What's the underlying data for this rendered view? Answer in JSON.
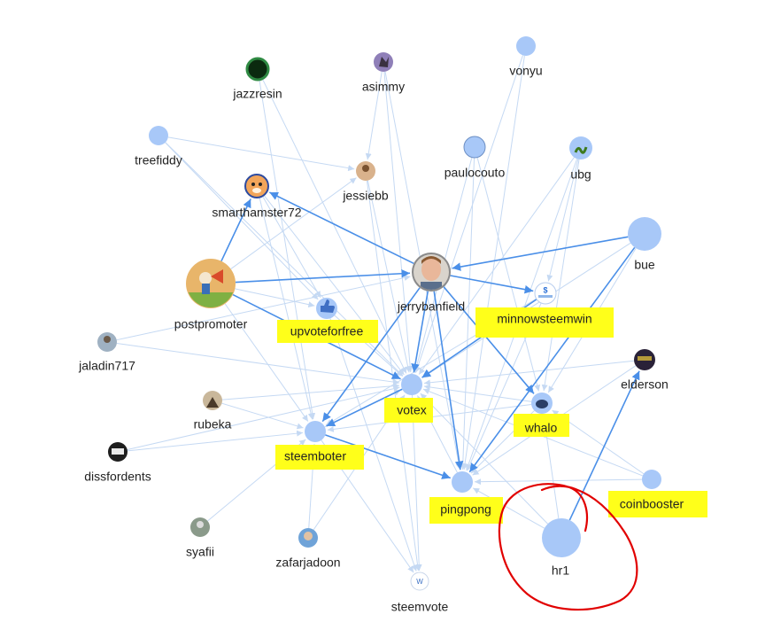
{
  "colors": {
    "edge_light": "#c5d9f3",
    "edge_strong": "#4a8fe8",
    "node_fill": "#a8c8f8",
    "highlight": "#ffff1a",
    "annotation": "#e10000"
  },
  "nodes": [
    {
      "id": "jazzresin",
      "label": "jazzresin",
      "avatar": "dark-green-circle-avatar"
    },
    {
      "id": "asimmy",
      "label": "asimmy",
      "avatar": "cat-avatar"
    },
    {
      "id": "vonyu",
      "label": "vonyu"
    },
    {
      "id": "treefiddy",
      "label": "treefiddy"
    },
    {
      "id": "paulocouto",
      "label": "paulocouto"
    },
    {
      "id": "ubg",
      "label": "ubg",
      "avatar": "worm-avatar"
    },
    {
      "id": "jessiebb",
      "label": "jessiebb",
      "avatar": "person-avatar"
    },
    {
      "id": "smarthamster72",
      "label": "smarthamster72",
      "avatar": "hamster-avatar"
    },
    {
      "id": "bue",
      "label": "bue"
    },
    {
      "id": "postpromoter",
      "label": "postpromoter",
      "avatar": "megaphone-avatar"
    },
    {
      "id": "jerrybanfield",
      "label": "jerrybanfield",
      "avatar": "man-portrait-avatar"
    },
    {
      "id": "minnowsteemwin",
      "label": "minnowsteemwin",
      "avatar": "steem-logo-avatar",
      "highlighted": true
    },
    {
      "id": "upvoteforfree",
      "label": "upvoteforfree",
      "avatar": "thumbs-up-avatar",
      "highlighted": true
    },
    {
      "id": "jaladin717",
      "label": "jaladin717",
      "avatar": "person-avatar"
    },
    {
      "id": "elderson",
      "label": "elderson",
      "avatar": "dark-avatar"
    },
    {
      "id": "votex",
      "label": "votex",
      "highlighted": true
    },
    {
      "id": "rubeka",
      "label": "rubeka",
      "avatar": "person-avatar"
    },
    {
      "id": "whalo",
      "label": "whalo",
      "avatar": "whale-avatar",
      "highlighted": true
    },
    {
      "id": "steemboter",
      "label": "steemboter",
      "highlighted": true
    },
    {
      "id": "dissfordents",
      "label": "dissfordents",
      "avatar": "dark-avatar"
    },
    {
      "id": "coinbooster",
      "label": "coinbooster",
      "highlighted": true
    },
    {
      "id": "pingpong",
      "label": "pingpong",
      "highlighted": true
    },
    {
      "id": "syafii",
      "label": "syafii",
      "avatar": "person-avatar"
    },
    {
      "id": "zafarjadoon",
      "label": "zafarjadoon",
      "avatar": "person-avatar"
    },
    {
      "id": "hr1",
      "label": "hr1"
    },
    {
      "id": "steemvote",
      "label": "steemvote",
      "avatar": "w-logo-avatar"
    }
  ],
  "edges": [
    {
      "from": "postpromoter",
      "to": "jerrybanfield",
      "strong": true
    },
    {
      "from": "postpromoter",
      "to": "smarthamster72",
      "strong": true
    },
    {
      "from": "postpromoter",
      "to": "votex",
      "strong": true
    },
    {
      "from": "postpromoter",
      "to": "jessiebb"
    },
    {
      "from": "postpromoter",
      "to": "steemboter"
    },
    {
      "from": "postpromoter",
      "to": "upvoteforfree"
    },
    {
      "from": "jerrybanfield",
      "to": "smarthamster72",
      "strong": true
    },
    {
      "from": "jerrybanfield",
      "to": "votex",
      "strong": true
    },
    {
      "from": "jerrybanfield",
      "to": "minnowsteemwin",
      "strong": true
    },
    {
      "from": "jerrybanfield",
      "to": "whalo",
      "strong": true
    },
    {
      "from": "jerrybanfield",
      "to": "pingpong",
      "strong": true
    },
    {
      "from": "jerrybanfield",
      "to": "steemboter",
      "strong": true
    },
    {
      "from": "bue",
      "to": "jerrybanfield",
      "strong": true
    },
    {
      "from": "bue",
      "to": "pingpong",
      "strong": true
    },
    {
      "from": "bue",
      "to": "votex"
    },
    {
      "from": "bue",
      "to": "whalo"
    },
    {
      "from": "minnowsteemwin",
      "to": "votex",
      "strong": true
    },
    {
      "from": "hr1",
      "to": "elderson",
      "strong": true
    },
    {
      "from": "hr1",
      "to": "pingpong"
    },
    {
      "from": "hr1",
      "to": "whalo"
    },
    {
      "from": "hr1",
      "to": "votex"
    },
    {
      "from": "steemboter",
      "to": "pingpong",
      "strong": true
    },
    {
      "from": "steemboter",
      "to": "votex"
    },
    {
      "from": "pingpong",
      "to": "votex"
    },
    {
      "from": "votex",
      "to": "steemboter",
      "strong": true
    },
    {
      "from": "whalo",
      "to": "pingpong"
    },
    {
      "from": "whalo",
      "to": "votex"
    },
    {
      "from": "treefiddy",
      "to": "jessiebb"
    },
    {
      "from": "treefiddy",
      "to": "upvoteforfree"
    },
    {
      "from": "treefiddy",
      "to": "votex"
    },
    {
      "from": "jazzresin",
      "to": "votex"
    },
    {
      "from": "jazzresin",
      "to": "steemboter"
    },
    {
      "from": "asimmy",
      "to": "jessiebb"
    },
    {
      "from": "asimmy",
      "to": "votex"
    },
    {
      "from": "asimmy",
      "to": "pingpong"
    },
    {
      "from": "vonyu",
      "to": "votex"
    },
    {
      "from": "vonyu",
      "to": "pingpong"
    },
    {
      "from": "paulocouto",
      "to": "pingpong"
    },
    {
      "from": "paulocouto",
      "to": "whalo"
    },
    {
      "from": "paulocouto",
      "to": "votex"
    },
    {
      "from": "ubg",
      "to": "votex"
    },
    {
      "from": "ubg",
      "to": "pingpong"
    },
    {
      "from": "ubg",
      "to": "minnowsteemwin"
    },
    {
      "from": "ubg",
      "to": "whalo"
    },
    {
      "from": "jessiebb",
      "to": "votex"
    },
    {
      "from": "smarthamster72",
      "to": "upvoteforfree"
    },
    {
      "from": "smarthamster72",
      "to": "votex"
    },
    {
      "from": "smarthamster72",
      "to": "steemboter"
    },
    {
      "from": "jaladin717",
      "to": "votex"
    },
    {
      "from": "jaladin717",
      "to": "jerrybanfield"
    },
    {
      "from": "elderson",
      "to": "votex"
    },
    {
      "from": "elderson",
      "to": "pingpong"
    },
    {
      "from": "rubeka",
      "to": "votex"
    },
    {
      "from": "rubeka",
      "to": "steemboter"
    },
    {
      "from": "dissfordents",
      "to": "votex"
    },
    {
      "from": "dissfordents",
      "to": "steemboter"
    },
    {
      "from": "coinbooster",
      "to": "votex"
    },
    {
      "from": "coinbooster",
      "to": "pingpong"
    },
    {
      "from": "coinbooster",
      "to": "whalo"
    },
    {
      "from": "syafii",
      "to": "steemboter"
    },
    {
      "from": "zafarjadoon",
      "to": "steemboter"
    },
    {
      "from": "zafarjadoon",
      "to": "votex"
    },
    {
      "from": "upvoteforfree",
      "to": "steemvote"
    },
    {
      "from": "upvoteforfree",
      "to": "votex"
    },
    {
      "from": "votex",
      "to": "steemvote"
    },
    {
      "from": "steemboter",
      "to": "steemvote"
    },
    {
      "from": "jessiebb",
      "to": "steemvote"
    },
    {
      "from": "minnowsteemwin",
      "to": "pingpong"
    },
    {
      "from": "minnowsteemwin",
      "to": "steemboter"
    },
    {
      "from": "whalo",
      "to": "steemboter"
    }
  ]
}
